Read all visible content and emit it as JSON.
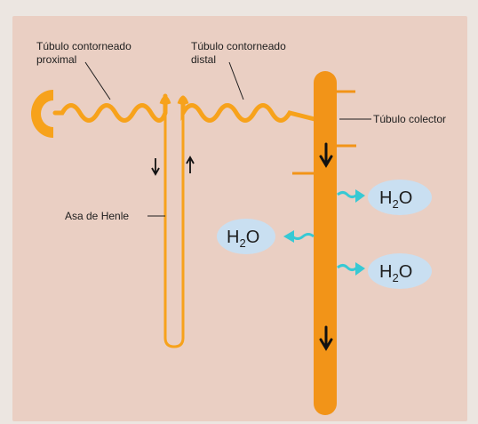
{
  "labels": {
    "proximal_line1": "Túbulo contorneado",
    "proximal_line2": "proximal",
    "distal_line1": "Túbulo contorneado",
    "distal_line2": "distal",
    "collector": "Túbulo colector",
    "henle": "Asa de Henle"
  },
  "water": {
    "symbol": "H",
    "subscript": "2",
    "suffix": "O"
  },
  "colors": {
    "background": "#ece6e1",
    "panel": "#eacfc3",
    "tubule": "#f7a21b",
    "collector": "#f29418",
    "bubble": "#c9dff1",
    "flow_arrow": "#37c9d4",
    "text": "#1d1d1d"
  },
  "icons": {
    "bowman": "capsule-shape",
    "flow": "wavy-arrow"
  }
}
